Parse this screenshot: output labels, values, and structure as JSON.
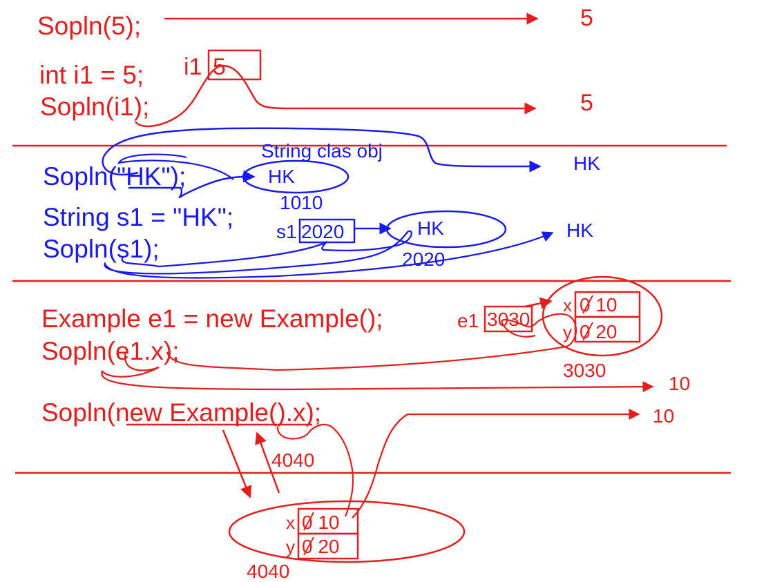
{
  "colors": {
    "red": "#e41e1e",
    "blue": "#1a1aef",
    "background": "#ffffff"
  },
  "section1": {
    "line1": "Sopln(5);",
    "out1": "5",
    "line2": "int i1 = 5;",
    "var_label": "i1",
    "var_value": "5",
    "line3": "Sopln(i1);",
    "out2": "5"
  },
  "section2": {
    "line1": "Sopln(\"HK\");",
    "heap_caption": "String clas obj",
    "obj1_text": "HK",
    "obj1_addr": "1010",
    "out1": "HK",
    "line2": "String s1 = \"HK\";",
    "ref_label": "s1",
    "ref_value": "2020",
    "obj2_text": "HK",
    "obj2_addr": "2020",
    "line3": "Sopln(s1);",
    "out2": "HK"
  },
  "section3": {
    "line1": "Example e1  = new Example();",
    "ref_label": "e1",
    "ref_value": "3030",
    "field_x_label": "x",
    "field_x_value": "0 10",
    "field_y_label": "y",
    "field_y_value": "0 20",
    "obj_addr": "3030",
    "line2": "Sopln(e1.x);",
    "out1": "10",
    "line3": "Sopln(new Example().x);",
    "out2": "10",
    "temp_addr": "4040"
  },
  "section4": {
    "field_x_label": "x",
    "field_x_value": "0 10",
    "field_y_label": "y",
    "field_y_value": "0 20",
    "obj_addr": "4040"
  }
}
